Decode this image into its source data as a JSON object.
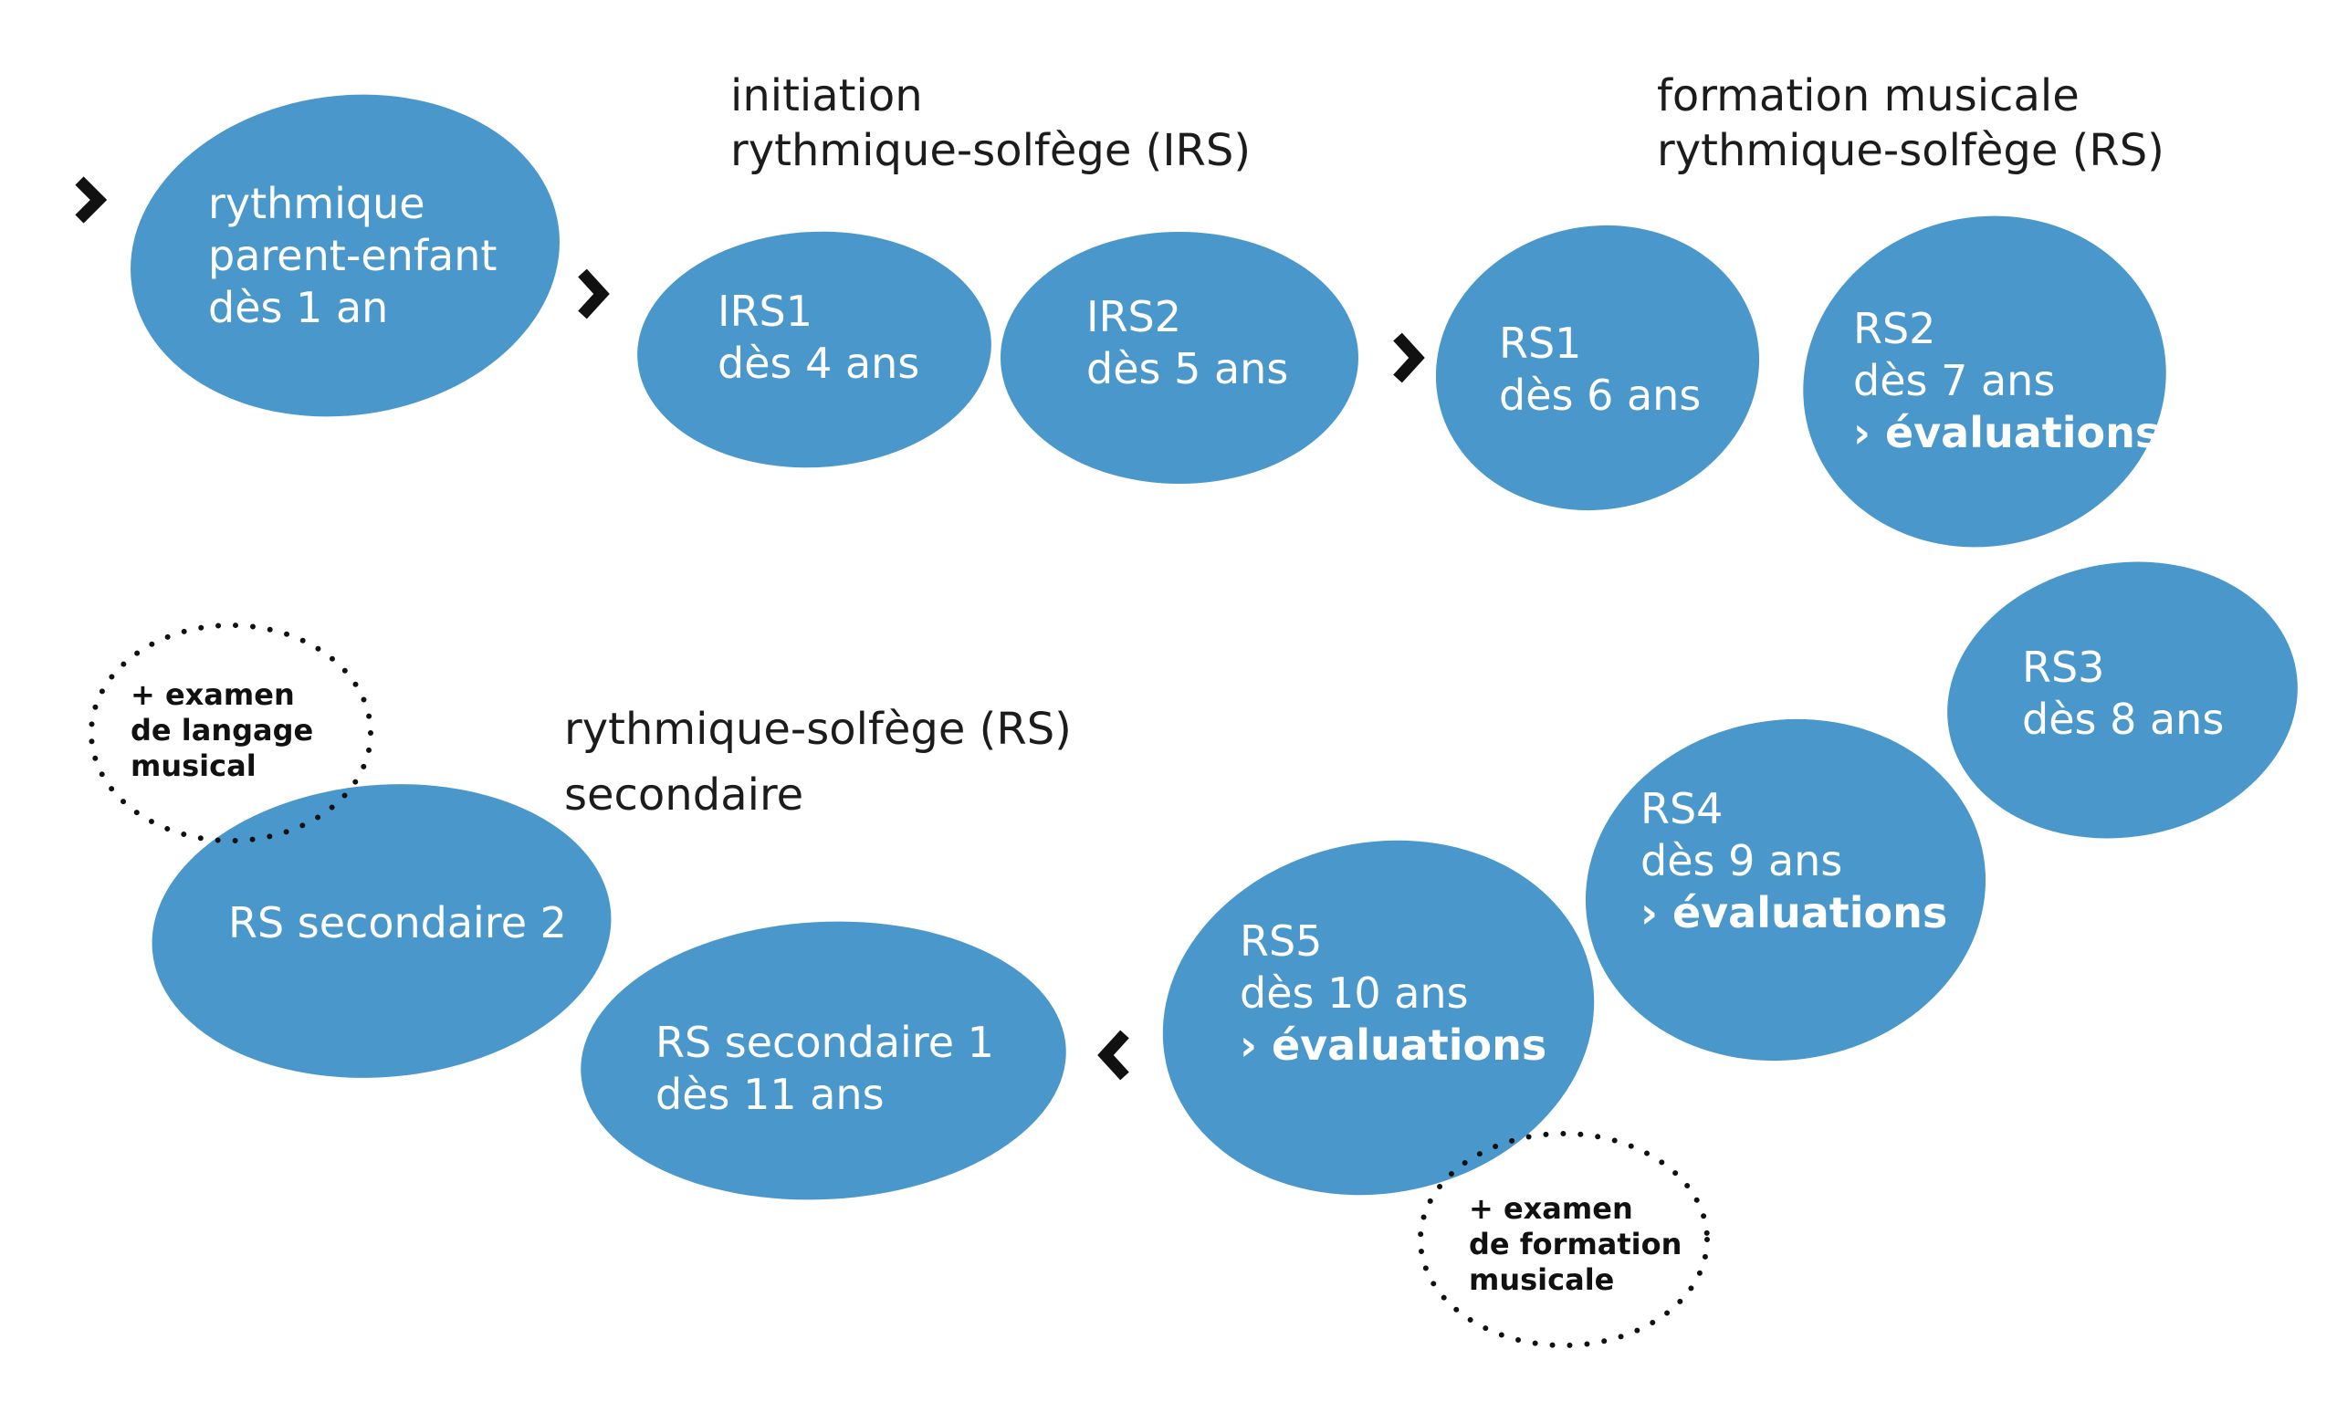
{
  "colors": {
    "blob": "#4a98cb",
    "text_on_blob": "#ffffff",
    "heading": "#1c1c1c",
    "arrow": "#111111"
  },
  "headings": {
    "irs": [
      "initiation",
      "rythmique-solfège (IRS)"
    ],
    "rs": [
      "formation musicale",
      "rythmique-solfège (RS)"
    ],
    "rs_secondaire": [
      "rythmique-solfège (RS)",
      "secondaire"
    ]
  },
  "steps": {
    "parent_enfant": [
      "rythmique",
      "parent-enfant",
      "dès 1 an"
    ],
    "irs1": [
      "IRS1",
      "dès 4 ans"
    ],
    "irs2": [
      "IRS2",
      "dès 5 ans"
    ],
    "rs1": [
      "RS1",
      "dès 6 ans"
    ],
    "rs2": [
      "RS2",
      "dès 7 ans",
      "› évaluations"
    ],
    "rs3": [
      "RS3",
      "dès 8 ans"
    ],
    "rs4": [
      "RS4",
      "dès 9 ans",
      "› évaluations"
    ],
    "rs5": [
      "RS5",
      "dès 10 ans",
      "› évaluations"
    ],
    "rs_sec1": [
      "RS secondaire 1",
      "dès 11 ans"
    ],
    "rs_sec2": [
      "RS secondaire 2"
    ]
  },
  "exams": {
    "langage": [
      "+ examen",
      "de langage",
      "musical"
    ],
    "formation": [
      "+ examen",
      "de formation",
      "musicale"
    ]
  }
}
